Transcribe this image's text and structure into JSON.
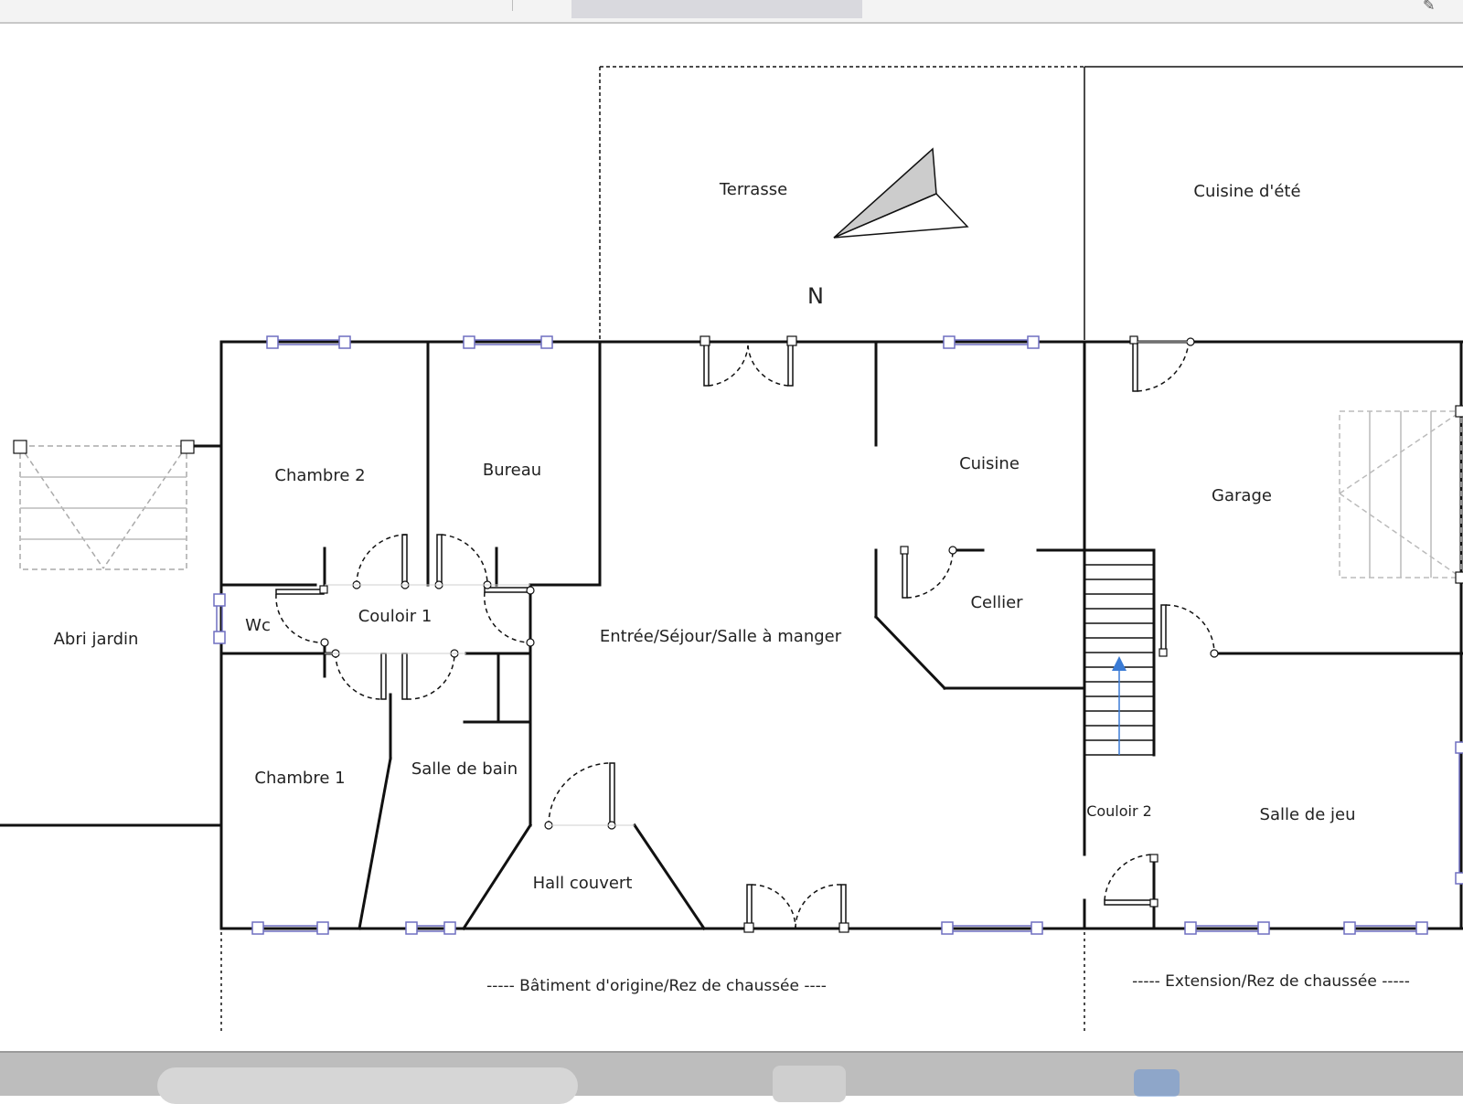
{
  "floor_plan": {
    "north_label": "N",
    "rooms": {
      "terrasse": "Terrasse",
      "cuisine_ete": "Cuisine d'été",
      "chambre2": "Chambre 2",
      "bureau": "Bureau",
      "cuisine": "Cuisine",
      "garage": "Garage",
      "abri_jardin": "Abri jardin",
      "wc": "Wc",
      "couloir1": "Couloir 1",
      "sejour": "Entrée/Séjour/Salle à manger",
      "cellier": "Cellier",
      "chambre1": "Chambre 1",
      "salle_de_bain": "Salle de bain",
      "couloir2": "Couloir 2",
      "salle_de_jeu": "Salle de jeu",
      "hall_couvert": "Hall couvert"
    },
    "zones": {
      "origin": "----- Bâtiment d'origine/Rez de chaussée ----",
      "extension": "----- Extension/Rez de chaussée -----"
    }
  },
  "colors": {
    "wall": "#111111",
    "window": "#6f6fc0",
    "stair_arrow": "#3a7bd5",
    "north_arrow_fill": "#cccccc"
  }
}
